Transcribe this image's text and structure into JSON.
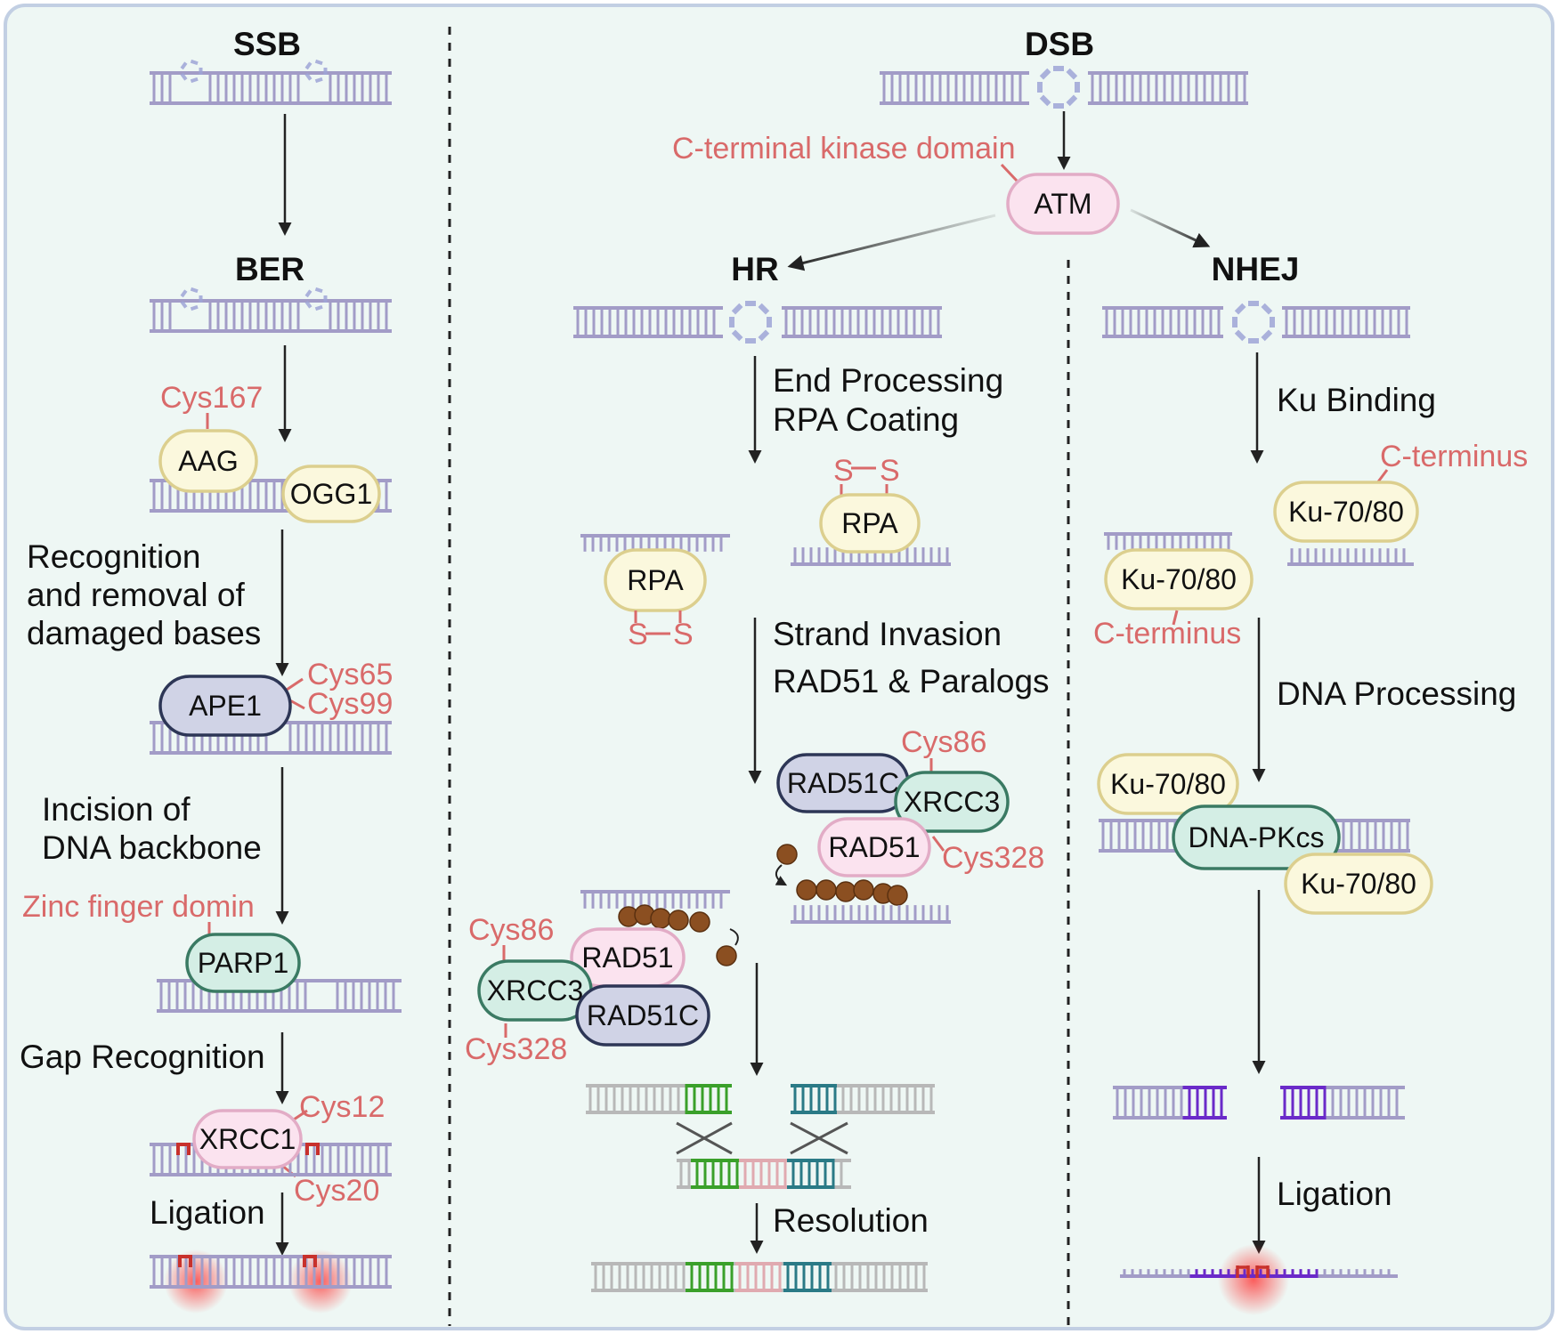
{
  "colors": {
    "panel_bg": "#eef7f4",
    "panel_border": "#c2cfe3",
    "dna": "#a29cc7",
    "residue_red": "#d96a6a",
    "yellow_fill": "#fbf8dd",
    "yellow_stroke": "#dccf8e",
    "pink_fill": "#fbe3ef",
    "pink_stroke": "#e2acc6",
    "blue_fill": "#d0d3e6",
    "blue_stroke": "#2d3656",
    "green_fill": "#d4eee5",
    "green_stroke": "#3a7a63",
    "bead": "#8b4f21"
  },
  "ssb": {
    "title": "SSB",
    "ber_title": "BER",
    "cys167": "Cys167",
    "aag": "AAG",
    "ogg1": "OGG1",
    "recognition_l1": "Recognition",
    "recognition_l2": "and removal of",
    "recognition_l3": "damaged bases",
    "ape1": "APE1",
    "cys65": "Cys65",
    "cys99": "Cys99",
    "incision_l1": "Incision of",
    "incision_l2": "DNA backbone",
    "zinc": "Zinc finger domin",
    "parp1": "PARP1",
    "gap": "Gap Recognition",
    "xrcc1": "XRCC1",
    "cys12": "Cys12",
    "cys20": "Cys20",
    "ligation": "Ligation"
  },
  "dsb": {
    "title": "DSB",
    "kinase": "C-terminal kinase domain",
    "atm": "ATM"
  },
  "hr": {
    "title": "HR",
    "step1_l1": "End Processing",
    "step1_l2": "RPA Coating",
    "ss_left": "S",
    "ss_right": "S",
    "rpa": "RPA",
    "step2_l1": "Strand Invasion",
    "step2_l2": "RAD51 & Paralogs",
    "rad51c": "RAD51C",
    "xrcc3": "XRCC3",
    "rad51": "RAD51",
    "cys86": "Cys86",
    "cys328": "Cys328",
    "resolution": "Resolution"
  },
  "nhej": {
    "title": "NHEJ",
    "ku_binding": "Ku Binding",
    "c_terminus": "C-terminus",
    "ku": "Ku-70/80",
    "dna_processing": "DNA Processing",
    "dnapkcs": "DNA-PKcs",
    "ligation": "Ligation"
  }
}
